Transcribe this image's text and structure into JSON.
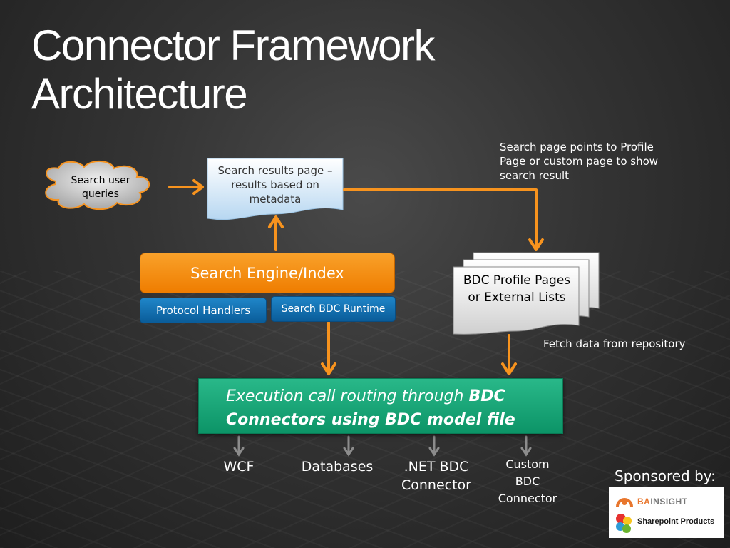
{
  "title": {
    "line1": "Connector Framework",
    "line2": "Architecture"
  },
  "cloud": {
    "label": "Search user queries"
  },
  "results_doc": {
    "label": "Search results page – results based on metadata"
  },
  "notes": {
    "search_page": "Search page points to Profile Page or custom page to show search result",
    "fetch": "Fetch data from repository"
  },
  "search_engine": {
    "label": "Search Engine/Index"
  },
  "protocol_handlers": {
    "label": "Protocol Handlers"
  },
  "bdc_runtime": {
    "label": "Search BDC Runtime"
  },
  "bdc_profile": {
    "label": "BDC Profile Pages or External Lists"
  },
  "execution": {
    "italic": "Execution call routing through ",
    "bold": "BDC Connectors using BDC model file"
  },
  "targets": {
    "wcf": "WCF",
    "databases": "Databases",
    "dotnet": ".NET BDC Connector",
    "custom": "Custom BDC Connector"
  },
  "sponsor": {
    "label": "Sponsored by:",
    "logo1_ba": "BA",
    "logo1_rest": "INSIGHT",
    "logo2": "Sharepoint Products"
  },
  "colors": {
    "arrow": "#f7931e",
    "orange": "#ef7d00",
    "blue": "#0a6fb5",
    "green": "#16a374",
    "cloud_fill": "#c8c8c8",
    "doc_fill": "#c9e2f6"
  },
  "icons": {
    "bainsight": "bainsight-logo-icon",
    "sharepoint": "sharepoint-logo-icon"
  }
}
